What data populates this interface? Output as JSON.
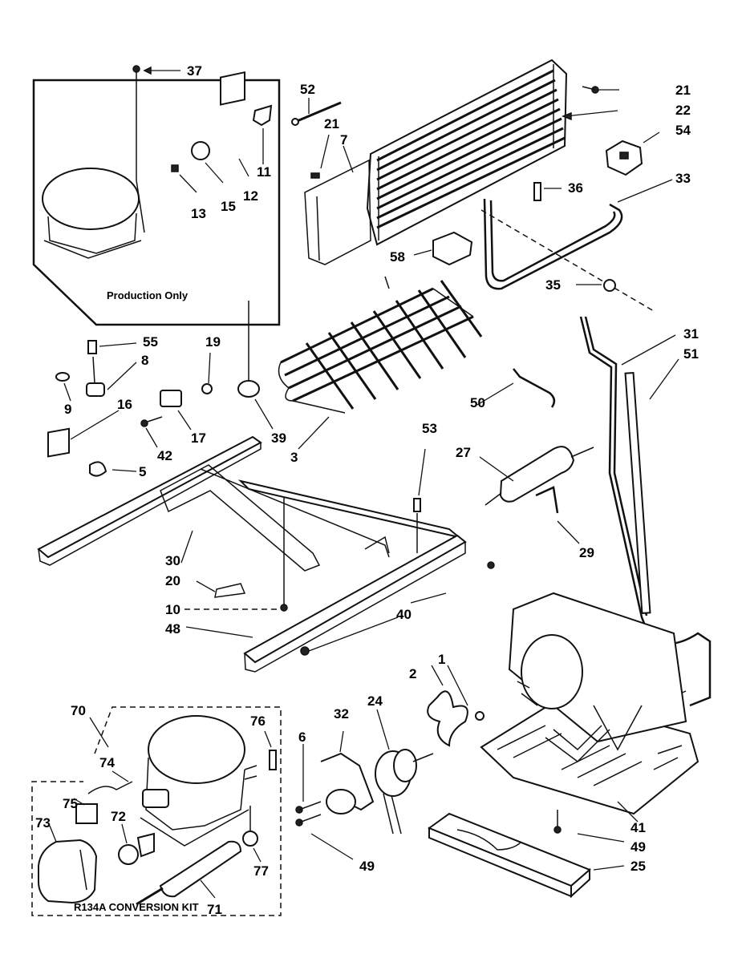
{
  "captions": {
    "production_only": "Production Only",
    "conversion_kit": "R134A CONVERSION KIT"
  },
  "callouts": {
    "c1": "1",
    "c2": "2",
    "c3": "3",
    "c5": "5",
    "c6": "6",
    "c7": "7",
    "c8": "8",
    "c9": "9",
    "c10": "10",
    "c11": "11",
    "c12": "12",
    "c13": "13",
    "c15": "15",
    "c16": "16",
    "c17": "17",
    "c19": "19",
    "c20": "20",
    "c21a": "21",
    "c21b": "21",
    "c22": "22",
    "c24": "24",
    "c25": "25",
    "c27": "27",
    "c29": "29",
    "c30": "30",
    "c31": "31",
    "c32": "32",
    "c33": "33",
    "c35": "35",
    "c36": "36",
    "c37": "37",
    "c39": "39",
    "c40": "40",
    "c41": "41",
    "c42": "42",
    "c48": "48",
    "c49a": "49",
    "c49b": "49",
    "c50": "50",
    "c51": "51",
    "c52": "52",
    "c53": "53",
    "c54": "54",
    "c55": "55",
    "c58": "58",
    "c70": "70",
    "c71": "71",
    "c72": "72",
    "c73": "73",
    "c74": "74",
    "c75": "75",
    "c76": "76",
    "c77": "77"
  }
}
